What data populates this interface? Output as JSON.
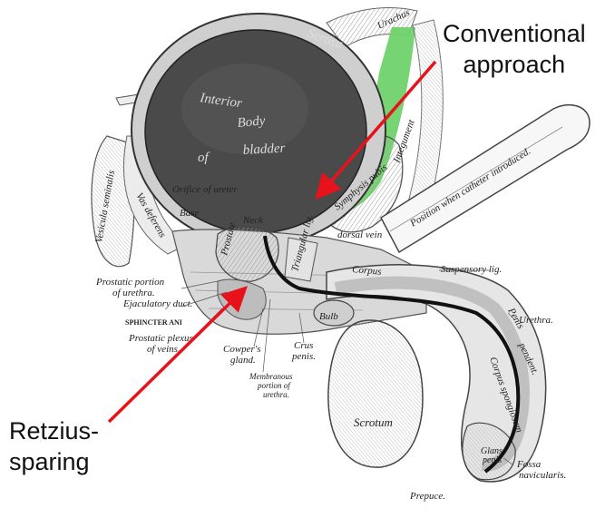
{
  "callouts": {
    "conventional": [
      "Conventional",
      "approach"
    ],
    "retzius": [
      "Retzius-",
      "sparing"
    ]
  },
  "labels": {
    "urachus": "Urachus",
    "serosa": "Serosa",
    "interior_1": "Interior",
    "interior_2": "Body",
    "interior_3": "of",
    "interior_4": "bladder",
    "integument": "Integument",
    "position_catheter": "Position when catheter introduced.",
    "symphysis": "Symphysis pubis",
    "vesicula": "Vesicula seminalis",
    "vas": "Vas deferens",
    "orifice": "Orifice of ureter",
    "base": "Base",
    "neck": "Neck",
    "dorsal_vein": "dorsal vein",
    "prostate": "Prostate",
    "triangular": "Triangular lig.",
    "corpus": "Corpus",
    "suspensory": "Suspensory lig.",
    "prostatic_portion_1": "Prostatic portion",
    "prostatic_portion_2": "of urethra.",
    "ejaculatory": "Ejaculatory duct.",
    "sphincter": "SPHINCTER ANI",
    "prostatic_plexus_1": "Prostatic plexus",
    "prostatic_plexus_2": "of veins.",
    "bulb": "Bulb",
    "penis": "Penis",
    "urethra": "Urethra.",
    "pendent": "pendent.",
    "corpus_spongiosum": "Corpus spongiosum",
    "cowpers_1": "Cowper's",
    "cowpers_2": "gland.",
    "crus_1": "Crus",
    "crus_2": "penis.",
    "membranous_1": "Membranous",
    "membranous_2": "portion of",
    "membranous_3": "urethra.",
    "scrotum": "Scrotum",
    "glans_1": "Glans",
    "glans_2": "penis",
    "fossa_1": "Fossa",
    "fossa_2": "navicularis.",
    "prepuce": "Prepuce."
  },
  "colors": {
    "highlight": "#6fd26a",
    "arrow": "#e8121a",
    "tissue": "#d9d9d9",
    "bladder": "#4a4a4a"
  }
}
